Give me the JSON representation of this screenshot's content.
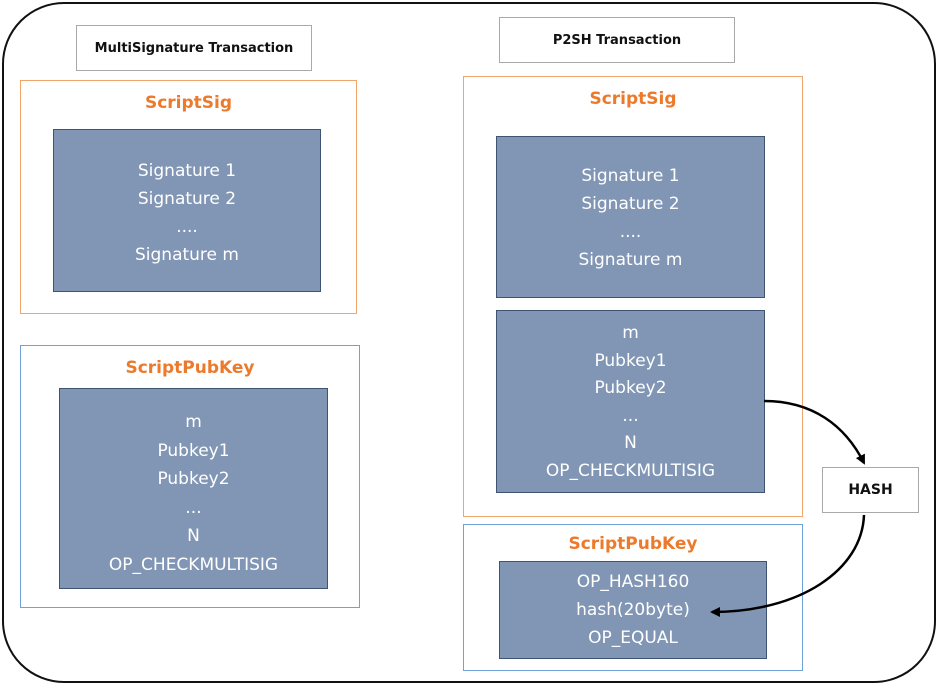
{
  "multisig": {
    "title": "MultiSignature Transaction",
    "scriptsig": {
      "label": "ScriptSig",
      "lines": [
        "Signature 1",
        "Signature 2",
        "....",
        "Signature m"
      ]
    },
    "scriptpubkey": {
      "label": "ScriptPubKey",
      "lines": [
        "m",
        "Pubkey1",
        "Pubkey2",
        "...",
        "N",
        "OP_CHECKMULTISIG"
      ]
    }
  },
  "p2sh": {
    "title": "P2SH Transaction",
    "scriptsig": {
      "label": "ScriptSig",
      "signatures": [
        "Signature 1",
        "Signature 2",
        "....",
        "Signature m"
      ],
      "redeem_script": [
        "m",
        "Pubkey1",
        "Pubkey2",
        "...",
        "N",
        "OP_CHECKMULTISIG"
      ]
    },
    "scriptpubkey": {
      "label": "ScriptPubKey",
      "lines": [
        "OP_HASH160",
        "hash(20byte)",
        "OP_EQUAL"
      ]
    }
  },
  "hash_label": "HASH"
}
